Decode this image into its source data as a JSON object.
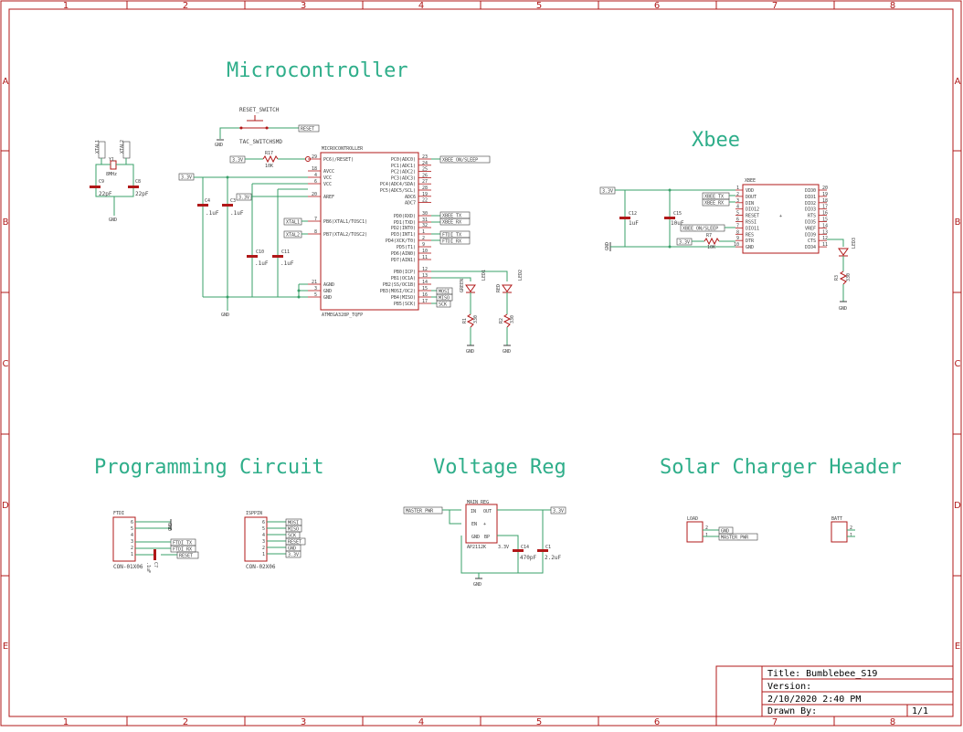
{
  "frame": {
    "columns": [
      "1",
      "2",
      "3",
      "4",
      "5",
      "6",
      "7",
      "8"
    ],
    "rows": [
      "A",
      "B",
      "C",
      "D",
      "E"
    ]
  },
  "sections": {
    "microcontroller": "Microcontroller",
    "xbee": "Xbee",
    "programming": "Programming Circuit",
    "voltage_reg": "Voltage Reg",
    "solar": "Solar Charger Header"
  },
  "title_block": {
    "title": "Title: Bumblebee_S19",
    "version": "Version:",
    "date": "2/10/2020 2:40 PM",
    "drawn_by": "Drawn By:",
    "sheet": "1/1"
  },
  "mcu": {
    "name": "MICROCONTROLLER",
    "part": "ATMEGA328P_TQFP",
    "left_pins": [
      {
        "num": "29",
        "name": "PC6(/RESET)"
      },
      {
        "num": "18",
        "name": "AVCC"
      },
      {
        "num": "4",
        "name": "VCC"
      },
      {
        "num": "6",
        "name": "VCC"
      },
      {
        "num": "20",
        "name": "AREF"
      },
      {
        "num": "7",
        "name": "PB6(XTAL1/TOSC1)"
      },
      {
        "num": "8",
        "name": "PB7(XTAL2/TOSC2)"
      },
      {
        "num": "21",
        "name": "AGND"
      },
      {
        "num": "3",
        "name": "GND"
      },
      {
        "num": "5",
        "name": "GND"
      }
    ],
    "right_pins": [
      {
        "num": "30",
        "name": "PD0(RXD)"
      },
      {
        "num": "31",
        "name": "PD1(TXD)"
      },
      {
        "num": "32",
        "name": "PD2(INT0)"
      },
      {
        "num": "1",
        "name": "PD3(INT1)"
      },
      {
        "num": "2",
        "name": "PD4(XCK/T0)"
      },
      {
        "num": "9",
        "name": "PD5(T1)"
      },
      {
        "num": "10",
        "name": "PD6(AIN0)"
      },
      {
        "num": "11",
        "name": "PD7(AIN1)"
      },
      {
        "num": "12",
        "name": "PB0(ICP)"
      },
      {
        "num": "13",
        "name": "PB1(OC1A)"
      },
      {
        "num": "14",
        "name": "PB2(SS/OC1B)"
      },
      {
        "num": "15",
        "name": "PB3(MOSI/OC2)"
      },
      {
        "num": "16",
        "name": "PB4(MISO)"
      },
      {
        "num": "17",
        "name": "PB5(SCK)"
      }
    ],
    "right_pins_upper": [
      {
        "num": "23",
        "name": "PC0(ADC0)"
      },
      {
        "num": "24",
        "name": "PC1(ADC1)"
      },
      {
        "num": "25",
        "name": "PC2(ADC2)"
      },
      {
        "num": "26",
        "name": "PC3(ADC3)"
      },
      {
        "num": "27",
        "name": "PC4(ADC4/SDA)"
      },
      {
        "num": "28",
        "name": "PC5(ADC5/SCL)"
      },
      {
        "num": "19",
        "name": "ADC6"
      },
      {
        "num": "22",
        "name": "ADC7"
      }
    ]
  },
  "xbee": {
    "name": "XBEE",
    "left_pins": [
      {
        "num": "1",
        "name": "VDD"
      },
      {
        "num": "2",
        "name": "DOUT"
      },
      {
        "num": "3",
        "name": "DIN"
      },
      {
        "num": "4",
        "name": "DIO12"
      },
      {
        "num": "5",
        "name": "RESET"
      },
      {
        "num": "6",
        "name": "RSSI"
      },
      {
        "num": "7",
        "name": "DIO11"
      },
      {
        "num": "8",
        "name": "RES"
      },
      {
        "num": "9",
        "name": "DTR"
      },
      {
        "num": "10",
        "name": "GND"
      }
    ],
    "right_pins": [
      {
        "num": "20",
        "name": "DIO0"
      },
      {
        "num": "19",
        "name": "DIO1"
      },
      {
        "num": "18",
        "name": "DIO2"
      },
      {
        "num": "17",
        "name": "DIO3"
      },
      {
        "num": "16",
        "name": "RTS"
      },
      {
        "num": "15",
        "name": "DIO5"
      },
      {
        "num": "14",
        "name": "VREF"
      },
      {
        "num": "13",
        "name": "DIO9"
      },
      {
        "num": "12",
        "name": "CTS"
      },
      {
        "num": "11",
        "name": "DIO4"
      }
    ]
  },
  "labels": {
    "reset_switch": "RESET_SWITCH",
    "tac_switch": "TAC_SWITCHSMD",
    "reset_net": "RESET",
    "v33": "3.3V",
    "r17": "R17",
    "r17_val": "10K",
    "xtal1": "XTAL1",
    "xtal2": "XTAL2",
    "crystal": "Y1",
    "crystal_val": "8MHz",
    "c8": "C8",
    "c9": "C9",
    "c22p": "22pF",
    "gnd": "GND",
    "c4": "C4",
    "c3": "C3",
    "c10": "C10",
    "c11": "C11",
    "c1u": ".1uF",
    "xbee_sleep": "XBEE_ON/SLEEP",
    "xbee_tx": "XBEE_TX",
    "xbee_rx": "XBEE_RX",
    "ftdi_tx": "FTDI_TX",
    "ftdi_rx": "FTDI_RX",
    "mosi": "MOSI",
    "miso": "MISO",
    "sck": "SCK",
    "led1": "LED1",
    "led2": "LED2",
    "led_green": "GREEN",
    "led_red": "RED",
    "r1": "R1",
    "r2": "R2",
    "r330": "330",
    "c12": "C12",
    "c15": "C15",
    "c1uf": "1uF",
    "c10uf": "10uF",
    "r7": "R7",
    "r7_val": "10K",
    "led3": "LED3",
    "r3": "R3",
    "ftdi": "FTDI",
    "ftdi_part": "CON-01X06",
    "c7": "C7",
    "c7_val": ".1uF",
    "isp": "ISPPIN",
    "isp_part": "CON-02X06",
    "master_pwr": "MASTER_PWR",
    "main_reg": "MAIN_REG",
    "reg_part": "AP2112K",
    "reg_vout": "3.3V",
    "c14": "C14",
    "c14_val": "470pF",
    "c1": "C1",
    "c1_val": "2.2uF",
    "load": "LOAD",
    "batt": "BATT",
    "pin_in": "IN",
    "pin_out": "OUT",
    "pin_en": "EN",
    "pin_gnd": "GND",
    "pin_bp": "BP"
  },
  "colors": {
    "frame": "#b01818",
    "wire": "#3aa06a",
    "part": "#b01818",
    "title_text": "#2fae8a"
  }
}
